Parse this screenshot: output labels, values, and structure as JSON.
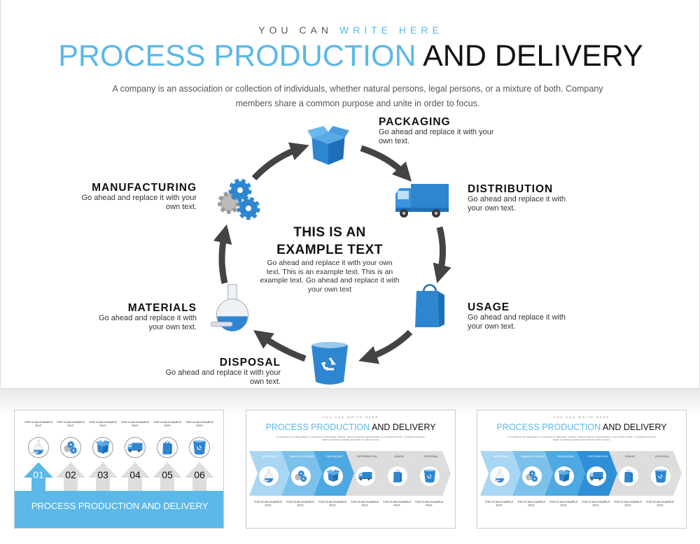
{
  "header": {
    "kicker_a": "YOU CAN",
    "kicker_b": "WRITE HERE",
    "title_a": "PROCESS PRODUCTION",
    "title_b": "AND DELIVERY",
    "description": "A company is an association or collection of individuals, whether natural persons, legal persons, or a mixture of both. Company members share a common purpose and unite in order to focus."
  },
  "center": {
    "title_1": "THIS IS AN",
    "title_2": "EXAMPLE TEXT",
    "body": "Go ahead and replace it with your own text. This is an example text. This is an example text. Go ahead and replace it with your own text"
  },
  "steps": [
    {
      "title": "PACKAGING",
      "text": "Go ahead and replace it with your own text.",
      "icon": "box-icon"
    },
    {
      "title": "DISTRIBUTION",
      "text": "Go ahead and replace it with your own text.",
      "icon": "truck-icon"
    },
    {
      "title": "USAGE",
      "text": "Go ahead and replace it with your own text.",
      "icon": "shopping-bag-icon"
    },
    {
      "title": "DISPOSAL",
      "text": "Go ahead and replace it with your own text.",
      "icon": "recycle-bin-icon"
    },
    {
      "title": "MATERIALS",
      "text": "Go ahead and replace it with your own text.",
      "icon": "flask-icon"
    },
    {
      "title": "MANUFACTURING",
      "text": "Go ahead and replace it with your own text.",
      "icon": "gears-icon"
    }
  ],
  "thumbnails": {
    "t1": {
      "numbers": [
        "01",
        "02",
        "03",
        "04",
        "05",
        "06"
      ],
      "item_title": "THIS IS AN EXAMPLE TEXT",
      "title": "PROCESS PRODUCTION AND DELIVERY"
    },
    "t2": {
      "kicker": "YOU CAN WRITE HERE",
      "title_a": "PROCESS PRODUCTION",
      "title_b": "AND DELIVERY",
      "chevrons": [
        "MATERIALS",
        "MANUFACTURING",
        "PACKAGING",
        "DISTRIBUTION",
        "USAGE",
        "DISPOSAL"
      ],
      "item_title": "THIS IS AN EXAMPLE TEXT"
    }
  },
  "colors": {
    "accent": "#5bb8e8",
    "icon_blue": "#2f86d0",
    "arrow": "#444444"
  }
}
